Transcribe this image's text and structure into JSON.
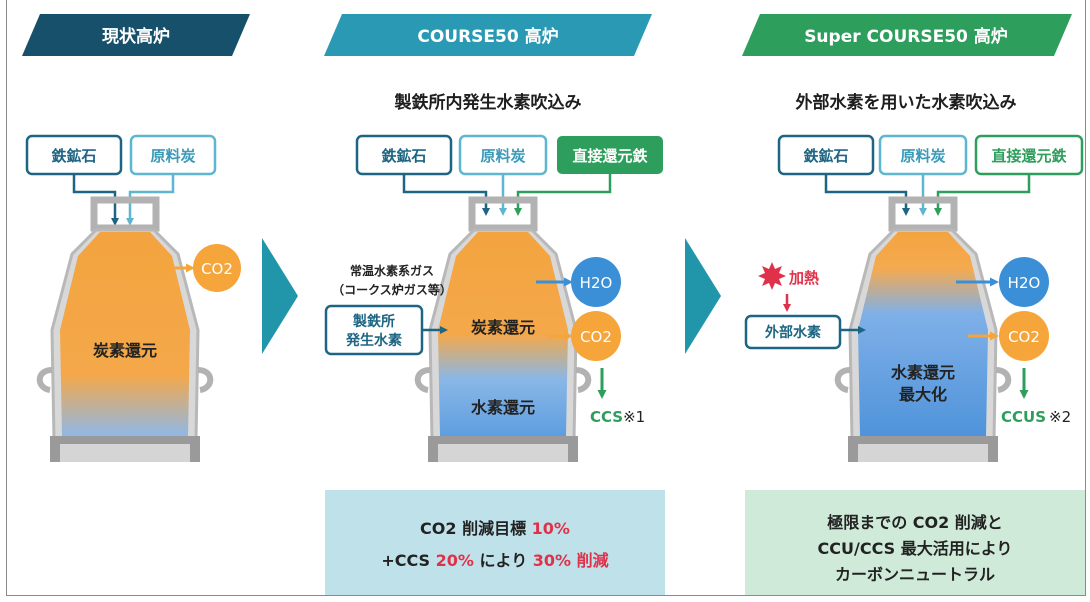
{
  "headers": [
    "現状高炉",
    "COURSE50 高炉",
    "Super COURSE50 高炉"
  ],
  "subtitles": {
    "c50": "製鉄所内発生水素吹込み",
    "sc50": "外部水素を用いた水素吹込み"
  },
  "inputs": {
    "iron_ore": "鉄鉱石",
    "coking_coal": "原料炭",
    "dri": "直接還元鉄"
  },
  "outputs": {
    "co2_sub": "CO2",
    "h2o_sub": "H2O",
    "ccs": "CCS",
    "ccs_note": "※1",
    "ccus": "CCUS",
    "ccus_note": "※2"
  },
  "zones": {
    "carbon_reduction": "炭素還元",
    "hydrogen_reduction": "水素還元",
    "hydrogen_reduction_max": [
      "水素還元",
      "最大化"
    ]
  },
  "side": {
    "gas_label": [
      "常温水素系ガス",
      "（コークス炉ガス等）"
    ],
    "internal_h2": [
      "製鉄所",
      "発生水素"
    ],
    "heating": "加熱",
    "external_h2": "外部水素"
  },
  "notes": {
    "c50": {
      "line1": [
        "CO2 削減目標 ",
        "10%"
      ],
      "line2": [
        "+CCS ",
        "20%",
        " により ",
        "30% 削減"
      ]
    },
    "sc50": {
      "lines": [
        "極限までの CO2 削減と",
        "CCU/CCS 最大活用により",
        "カーボンニュートラル"
      ]
    }
  },
  "colors": {
    "header1": "#17506a",
    "header2": "#2a9ab4",
    "header3": "#2e9e5c",
    "ore_box": "#1d6583",
    "coal_box": "#5fb6d0",
    "dri_box": "#2e9e5c",
    "furnace_orange": "#f2a240",
    "furnace_blue": "#5b9cd9",
    "co2_circle": "#f5a53a",
    "h2o_circle": "#3a8fd6",
    "accent_red": "#e0314b",
    "note_blue_bg": "#bfe2ea",
    "note_green_bg": "#cfead8",
    "chevron": "#2196aa"
  }
}
